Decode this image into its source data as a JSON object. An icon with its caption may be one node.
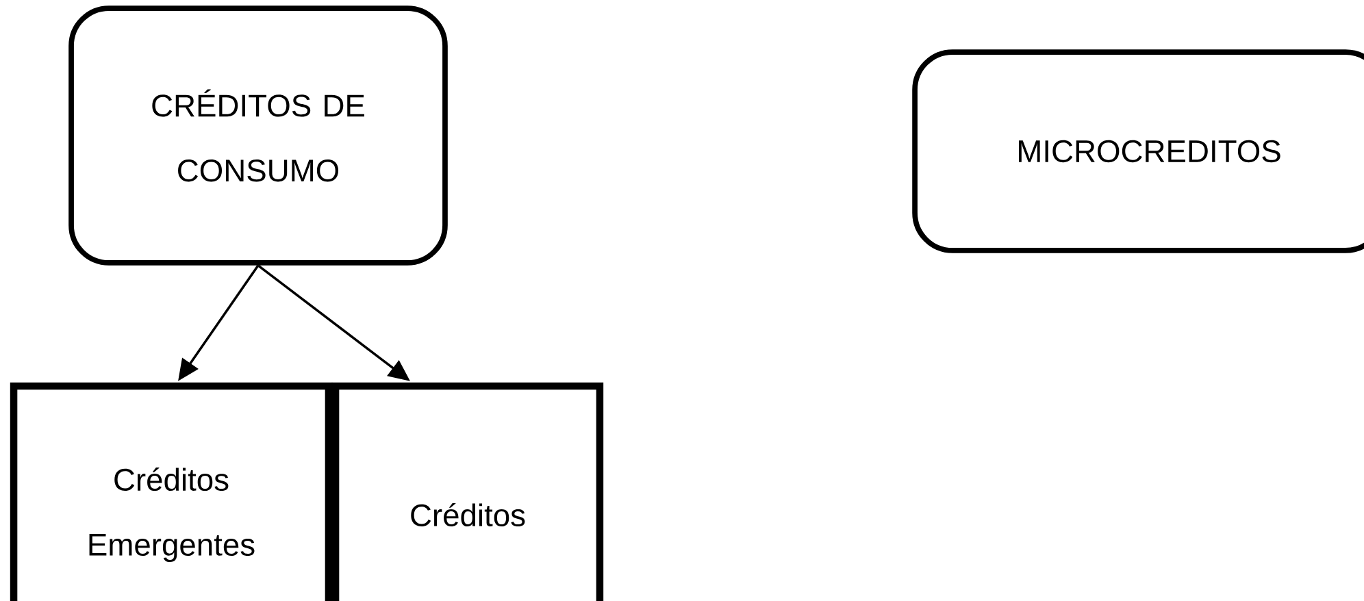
{
  "diagram": {
    "nodes": [
      {
        "text": [
          "CRÉDITOS DE CONSUMO"
        ]
      },
      {
        "text": [
          "MICROCREDITOS"
        ]
      },
      {
        "text": [
          "Créditos Emergentes"
        ]
      },
      {
        "text": [
          "Créditos"
        ]
      }
    ],
    "edges": [
      {
        "from": 0,
        "to": 2,
        "arrow": "to"
      },
      {
        "from": 0,
        "to": 3,
        "arrow": "to"
      }
    ]
  }
}
